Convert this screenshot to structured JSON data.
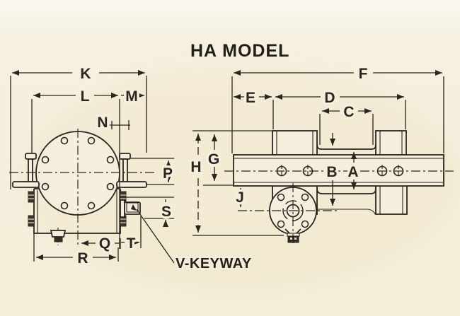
{
  "title": "HA MODEL",
  "annotations": {
    "v_keyway": "V-KEYWAY"
  },
  "dims": {
    "K": "K",
    "L": "L",
    "M": "M",
    "N": "N",
    "P": "P",
    "S": "S",
    "Q": "Q",
    "T": "T",
    "R": "R",
    "F": "F",
    "E": "E",
    "D": "D",
    "C": "C",
    "B": "B",
    "A": "A",
    "G": "G",
    "H": "H",
    "J": "J"
  },
  "colors": {
    "paper": "#f4efdd",
    "ink": "#2a251e"
  }
}
